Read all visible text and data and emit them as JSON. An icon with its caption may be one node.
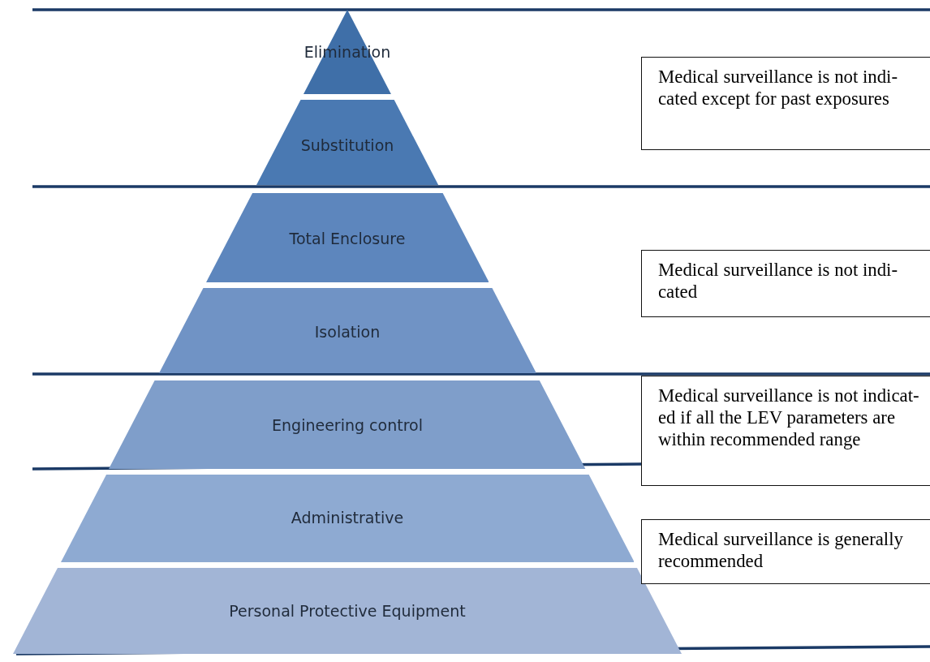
{
  "diagram": {
    "nodes": [
      {
        "text": [
          "Elimination"
        ]
      },
      {
        "text": [
          "Substitution"
        ]
      },
      {
        "text": [
          "Total Enclosure"
        ]
      },
      {
        "text": [
          "Isolation"
        ]
      },
      {
        "text": [
          "Engineering control"
        ]
      },
      {
        "text": [
          "Administrative"
        ]
      },
      {
        "text": [
          "Personal Protective Equipment"
        ]
      },
      {
        "text": [
          "Medical surveillance is not indi- cated except for past exposures"
        ]
      },
      {
        "text": [
          "Medical surveillance is not indi- cated"
        ]
      },
      {
        "text": [
          "Medical surveillance is not indicat- ed if all the LEV parameters are within recommended range"
        ]
      },
      {
        "text": [
          "Medical surveillance is generally recommended"
        ]
      }
    ]
  }
}
